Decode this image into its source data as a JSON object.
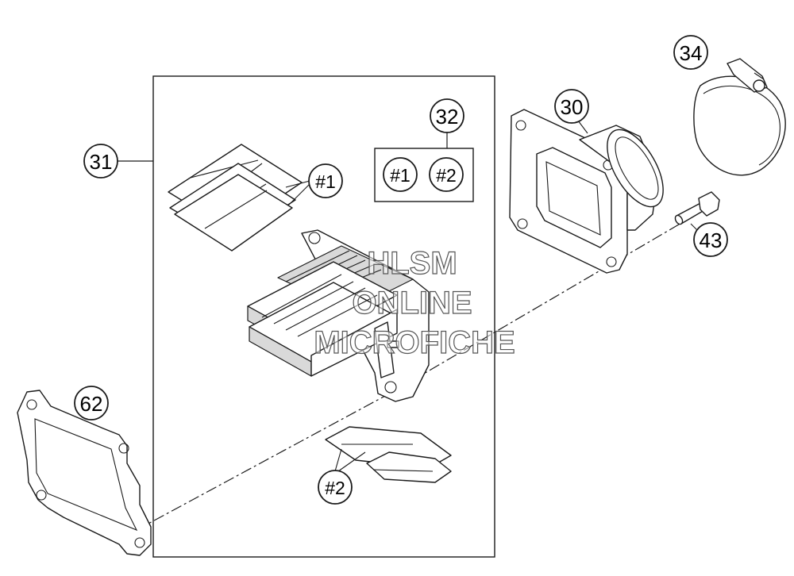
{
  "callouts": {
    "c31": "31",
    "c32": "32",
    "c30": "30",
    "c34": "34",
    "c43": "43",
    "c62": "62",
    "sub1_top": "#1",
    "kit_1": "#1",
    "kit_2": "#2",
    "sub2_bottom": "#2"
  },
  "watermark": {
    "line1": "HLSM",
    "line2": "ONLINE",
    "line3": "MICROFICHE"
  },
  "colors": {
    "line": "#1a1a1a",
    "fill": "#d9d9d9",
    "background": "#ffffff"
  }
}
